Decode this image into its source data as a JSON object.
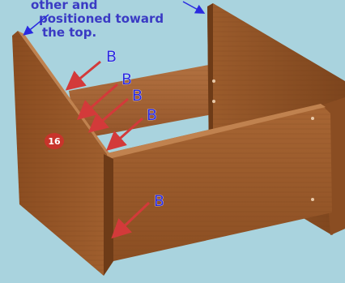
{
  "instruction": {
    "lines": [
      "other and",
      "positioned toward",
      "the top."
    ]
  },
  "part_number": "16",
  "callout_label": "B",
  "colors": {
    "background": "#a9d3de",
    "wood_face": "#9a5a2c",
    "wood_side": "#7e4620",
    "arrow": "#d33a3a",
    "label": "#2a2ae0",
    "badge": "#c8342b"
  }
}
